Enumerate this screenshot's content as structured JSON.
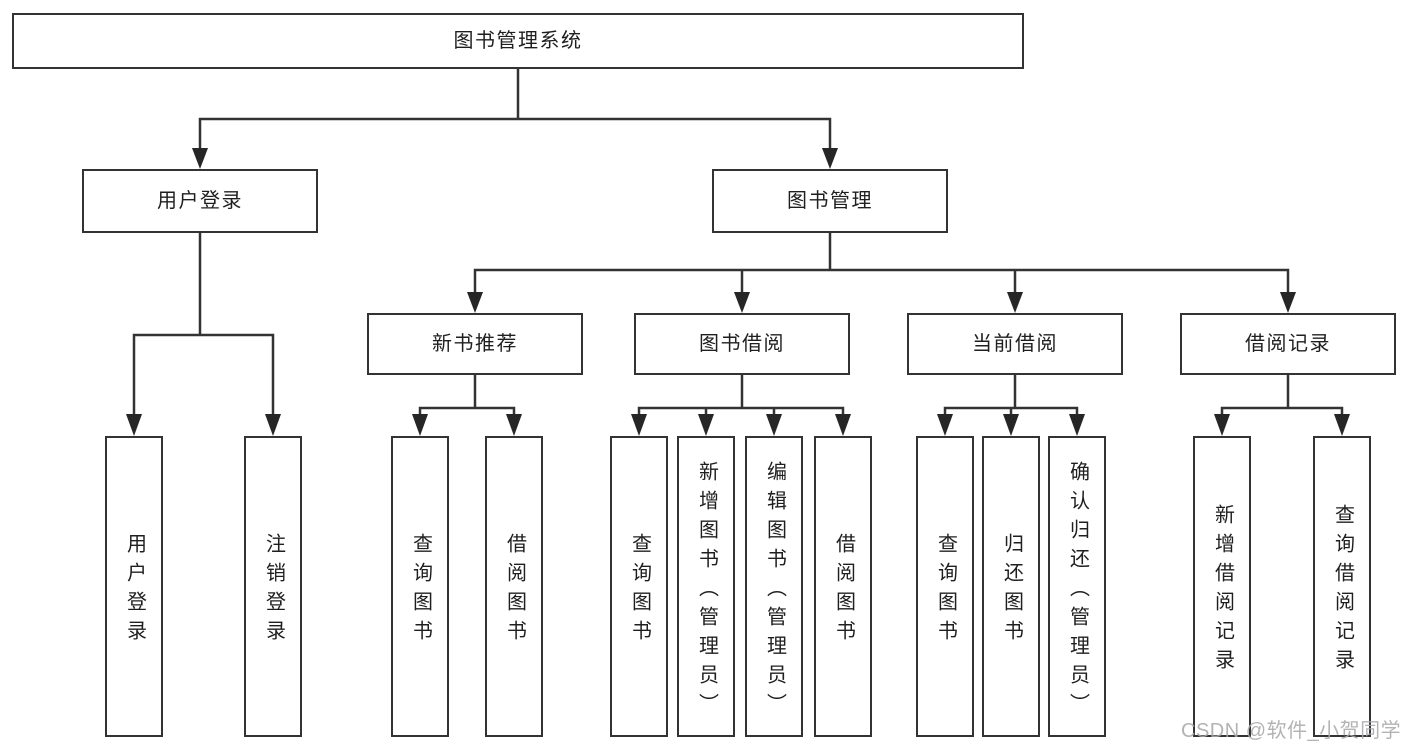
{
  "diagram": {
    "root": "图书管理系统",
    "login": {
      "label": "用户登录",
      "children": [
        "用户登录",
        "注销登录"
      ]
    },
    "management": {
      "label": "图书管理",
      "sections": [
        {
          "label": "新书推荐",
          "children": [
            "查询图书",
            "借阅图书"
          ]
        },
        {
          "label": "图书借阅",
          "children": [
            "查询图书",
            "新增图书（管理员）",
            "编辑图书（管理员）",
            "借阅图书"
          ]
        },
        {
          "label": "当前借阅",
          "children": [
            "查询图书",
            "归还图书",
            "确认归还（管理员）"
          ]
        },
        {
          "label": "借阅记录",
          "children": [
            "新增借阅记录",
            "查询借阅记录"
          ]
        }
      ]
    }
  },
  "colors": {
    "line": "#333333",
    "box_border": "#333333",
    "text": "#1f1f1f",
    "watermark": "#a9a9ad",
    "background": "#ffffff"
  },
  "watermark": "CSDN @软件_小贺同学"
}
